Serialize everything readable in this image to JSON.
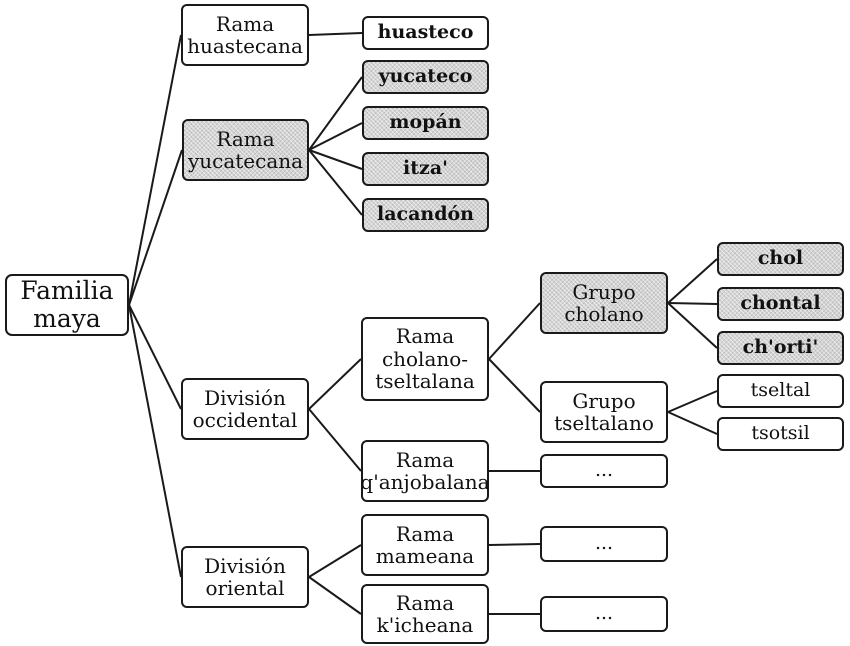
{
  "root": {
    "label": "Familia\nmaya"
  },
  "branches": {
    "rama_huastecana": "Rama\nhuastecana",
    "rama_yucatecana": "Rama\nyucatecana",
    "division_occidental": "División\noccidental",
    "division_oriental": "División\noriental",
    "rama_cholano_tseltalana": "Rama\ncholano-\ntseltalana",
    "rama_qanjobalana": "Rama\nq'anjobalana",
    "rama_mameana": "Rama\nmameana",
    "rama_kicheana": "Rama\nk'icheana",
    "grupo_cholano": "Grupo\ncholano",
    "grupo_tseltalano": "Grupo\ntseltalano"
  },
  "languages": {
    "huasteco": "huasteco",
    "yucateco": "yucateco",
    "mopan": "mopán",
    "itza": "itza'",
    "lacandon": "lacandón",
    "chol": "chol",
    "chontal": "chontal",
    "chorti": "ch'orti'",
    "tseltal": "tseltal",
    "tsotsil": "tsotsil"
  },
  "ellipsis": {
    "qanjobalana": "...",
    "mameana": "...",
    "kicheana": "..."
  }
}
